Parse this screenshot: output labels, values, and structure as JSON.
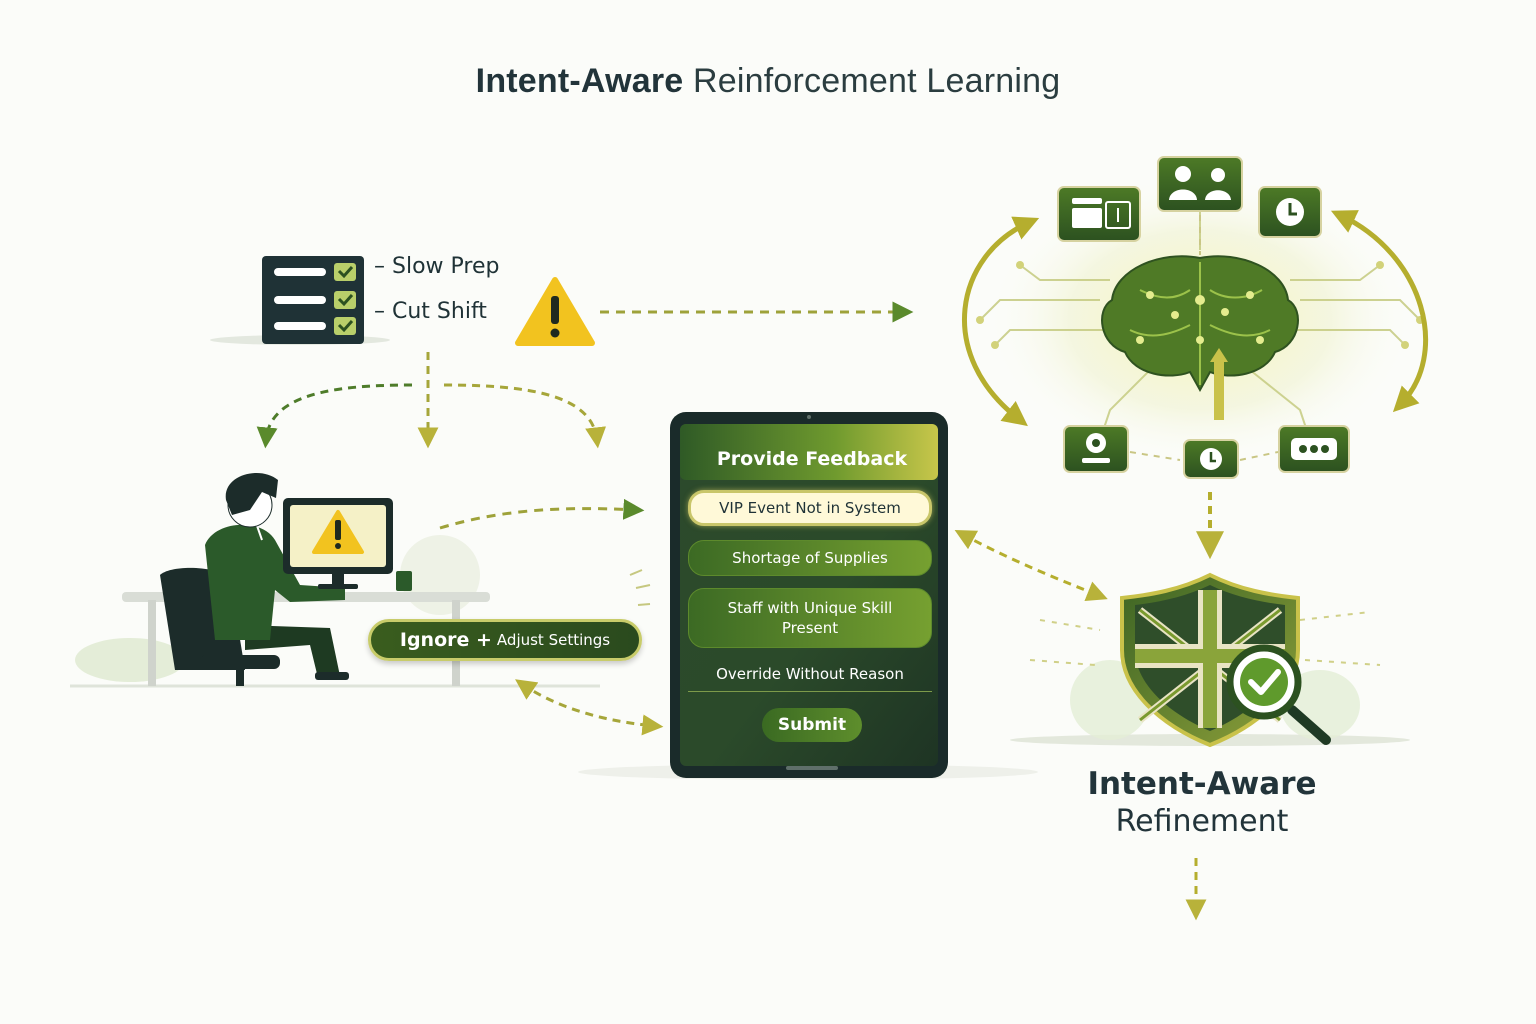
{
  "title": {
    "bold": "Intent-Aware",
    "rest": "Reinforcement Learning"
  },
  "alerts": {
    "items": [
      {
        "label": "– Slow Prep"
      },
      {
        "label": "– Cut Shift"
      }
    ]
  },
  "user_action": {
    "label_main": "Ignore +",
    "label_rest": "Adjust Settings"
  },
  "feedback_form": {
    "title": "Provide Feedback",
    "options": [
      {
        "label": "VIP Event Not in System",
        "style": "selected"
      },
      {
        "label": "Shortage of Supplies",
        "style": "green"
      },
      {
        "label": "Staff with Unique Skill Present",
        "style": "green"
      },
      {
        "label": "Override Without Reason",
        "style": "dark"
      }
    ],
    "submit_label": "Submit"
  },
  "refinement": {
    "line1": "Intent-Aware",
    "line2": "Refinement"
  },
  "colors": {
    "primary_green": "#3f6a22",
    "dark_green": "#1f3a24",
    "accent_yellow": "#c9c24a",
    "warning_yellow": "#f2c31f",
    "navy": "#1f3236"
  },
  "icons": [
    "checklist-icon",
    "warning-icon",
    "brain-icon",
    "folder-icon",
    "users-icon",
    "clock-icon",
    "webcam-icon",
    "message-dots-icon",
    "shield-check-icon",
    "magnifier-check-icon"
  ]
}
